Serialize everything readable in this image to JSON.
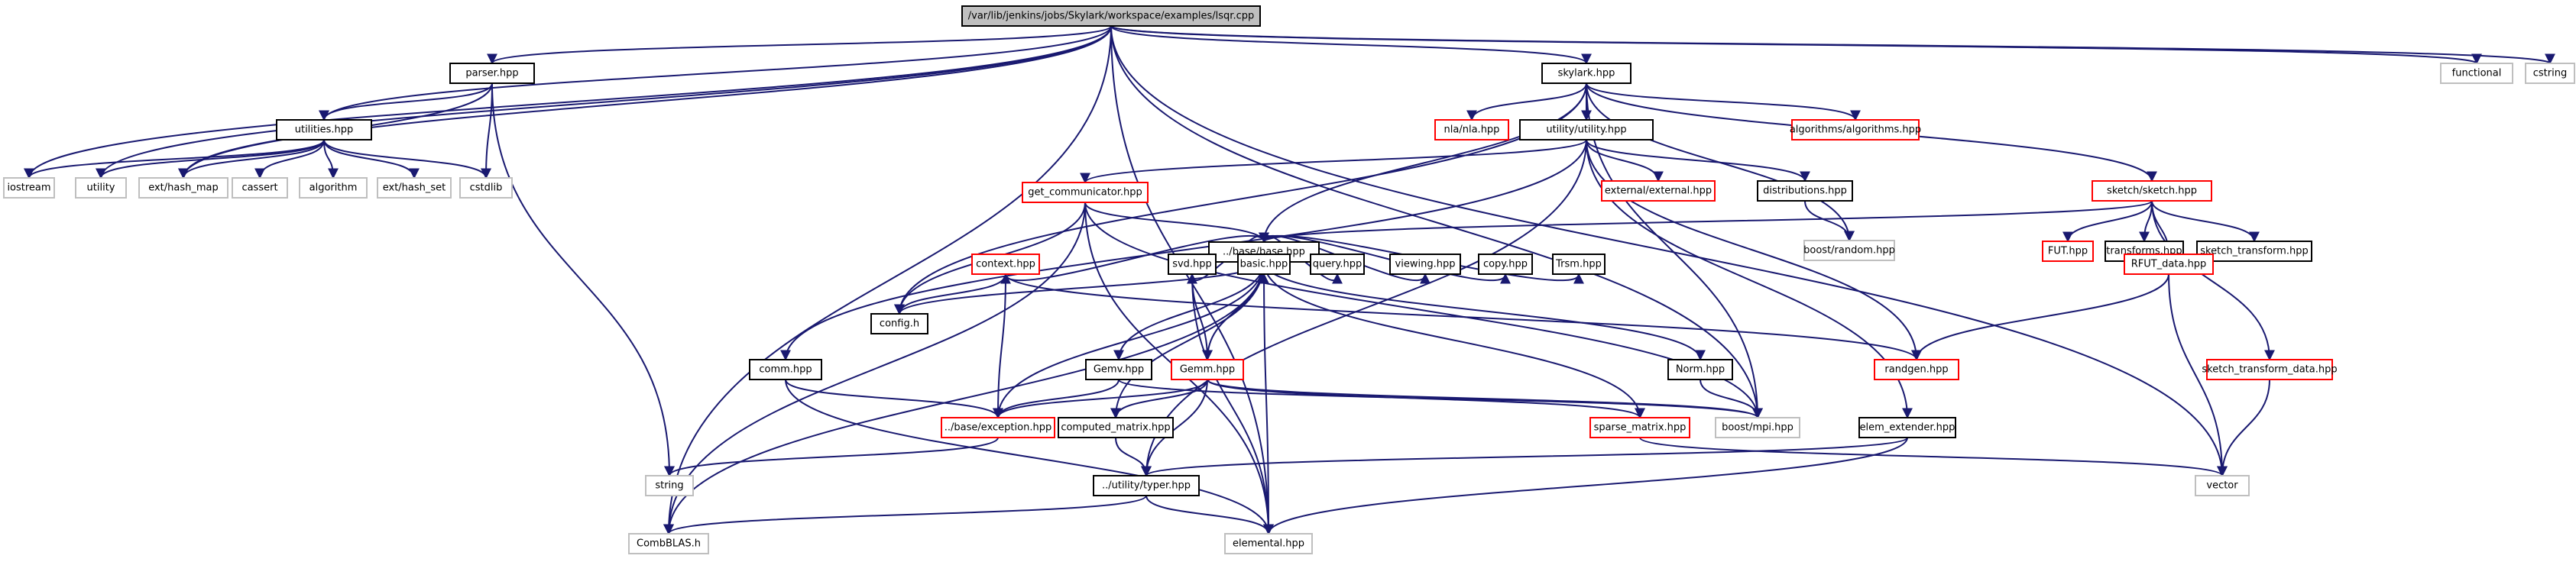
{
  "colors": {
    "edge": "#191970",
    "root_fill": "#bfbfbf",
    "root_stroke": "#000000",
    "doc_stroke": "#000000",
    "missing_stroke": "#ff0000",
    "external_stroke": "#bfbfbf",
    "node_fill": "#ffffff"
  },
  "nodes": [
    {
      "id": "root",
      "label": "/var/lib/jenkins/jobs/Skylark/workspace/examples/lsqr.cpp",
      "kind": "root"
    },
    {
      "id": "parser",
      "label": "parser.hpp",
      "kind": "doc"
    },
    {
      "id": "skylark",
      "label": "skylark.hpp",
      "kind": "doc"
    },
    {
      "id": "functional",
      "label": "functional",
      "kind": "external"
    },
    {
      "id": "cstring",
      "label": "cstring",
      "kind": "external"
    },
    {
      "id": "utilities",
      "label": "utilities.hpp",
      "kind": "doc"
    },
    {
      "id": "iostream",
      "label": "iostream",
      "kind": "external"
    },
    {
      "id": "utility",
      "label": "utility",
      "kind": "external"
    },
    {
      "id": "hash_map",
      "label": "ext/hash_map",
      "kind": "external"
    },
    {
      "id": "cassert",
      "label": "cassert",
      "kind": "external"
    },
    {
      "id": "algorithm",
      "label": "algorithm",
      "kind": "external"
    },
    {
      "id": "hash_set",
      "label": "ext/hash_set",
      "kind": "external"
    },
    {
      "id": "cstdlib",
      "label": "cstdlib",
      "kind": "external"
    },
    {
      "id": "nla",
      "label": "nla/nla.hpp",
      "kind": "missing"
    },
    {
      "id": "utilutil",
      "label": "utility/utility.hpp",
      "kind": "doc"
    },
    {
      "id": "algos",
      "label": "algorithms/algorithms.hpp",
      "kind": "missing"
    },
    {
      "id": "sketch",
      "label": "sketch/sketch.hpp",
      "kind": "missing"
    },
    {
      "id": "getcomm",
      "label": "get_communicator.hpp",
      "kind": "missing"
    },
    {
      "id": "external",
      "label": "external/external.hpp",
      "kind": "missing"
    },
    {
      "id": "distributions",
      "label": "distributions.hpp",
      "kind": "doc"
    },
    {
      "id": "boostrandom",
      "label": "boost/random.hpp",
      "kind": "external"
    },
    {
      "id": "fut",
      "label": "FUT.hpp",
      "kind": "missing"
    },
    {
      "id": "transforms",
      "label": "transforms.hpp",
      "kind": "doc"
    },
    {
      "id": "sktransform",
      "label": "sketch_transform.hpp",
      "kind": "doc"
    },
    {
      "id": "base",
      "label": "../base/base.hpp",
      "kind": "doc"
    },
    {
      "id": "context",
      "label": "context.hpp",
      "kind": "missing"
    },
    {
      "id": "svd",
      "label": "svd.hpp",
      "kind": "doc"
    },
    {
      "id": "basic",
      "label": "basic.hpp",
      "kind": "doc"
    },
    {
      "id": "query",
      "label": "query.hpp",
      "kind": "doc"
    },
    {
      "id": "viewing",
      "label": "viewing.hpp",
      "kind": "doc"
    },
    {
      "id": "copy",
      "label": "copy.hpp",
      "kind": "doc"
    },
    {
      "id": "trsm",
      "label": "Trsm.hpp",
      "kind": "doc"
    },
    {
      "id": "rfutdata",
      "label": "RFUT_data.hpp",
      "kind": "missing"
    },
    {
      "id": "config",
      "label": "config.h",
      "kind": "doc"
    },
    {
      "id": "comm",
      "label": "comm.hpp",
      "kind": "doc"
    },
    {
      "id": "gemv",
      "label": "Gemv.hpp",
      "kind": "doc"
    },
    {
      "id": "gemm",
      "label": "Gemm.hpp",
      "kind": "missing"
    },
    {
      "id": "norm",
      "label": "Norm.hpp",
      "kind": "doc"
    },
    {
      "id": "randgen",
      "label": "randgen.hpp",
      "kind": "missing"
    },
    {
      "id": "sktdata",
      "label": "sketch_transform_data.hpp",
      "kind": "missing"
    },
    {
      "id": "exception",
      "label": "../base/exception.hpp",
      "kind": "missing"
    },
    {
      "id": "computed",
      "label": "computed_matrix.hpp",
      "kind": "doc"
    },
    {
      "id": "sparse",
      "label": "sparse_matrix.hpp",
      "kind": "missing"
    },
    {
      "id": "boostmpi",
      "label": "boost/mpi.hpp",
      "kind": "external"
    },
    {
      "id": "elemext",
      "label": "elem_extender.hpp",
      "kind": "doc"
    },
    {
      "id": "string",
      "label": "string",
      "kind": "external"
    },
    {
      "id": "typer",
      "label": "../utility/typer.hpp",
      "kind": "doc"
    },
    {
      "id": "vector",
      "label": "vector",
      "kind": "external"
    },
    {
      "id": "combblas",
      "label": "CombBLAS.h",
      "kind": "external"
    },
    {
      "id": "elemental",
      "label": "elemental.hpp",
      "kind": "external"
    }
  ],
  "edges": [
    [
      "root",
      "parser"
    ],
    [
      "root",
      "skylark"
    ],
    [
      "root",
      "functional"
    ],
    [
      "root",
      "cstring"
    ],
    [
      "root",
      "utilities"
    ],
    [
      "root",
      "iostream"
    ],
    [
      "root",
      "utility"
    ],
    [
      "root",
      "hash_map"
    ],
    [
      "root",
      "combblas"
    ],
    [
      "root",
      "elemental"
    ],
    [
      "root",
      "vector"
    ],
    [
      "root",
      "boostmpi"
    ],
    [
      "parser",
      "utilities"
    ],
    [
      "parser",
      "hash_map"
    ],
    [
      "parser",
      "cstdlib"
    ],
    [
      "parser",
      "string"
    ],
    [
      "utilities",
      "iostream"
    ],
    [
      "utilities",
      "utility"
    ],
    [
      "utilities",
      "hash_map"
    ],
    [
      "utilities",
      "cassert"
    ],
    [
      "utilities",
      "algorithm"
    ],
    [
      "utilities",
      "hash_set"
    ],
    [
      "utilities",
      "cstdlib"
    ],
    [
      "skylark",
      "nla"
    ],
    [
      "skylark",
      "utilutil"
    ],
    [
      "skylark",
      "algos"
    ],
    [
      "skylark",
      "sketch"
    ],
    [
      "skylark",
      "base"
    ],
    [
      "skylark",
      "config"
    ],
    [
      "skylark",
      "boostrandom"
    ],
    [
      "skylark",
      "boostmpi"
    ],
    [
      "utilutil",
      "getcomm"
    ],
    [
      "utilutil",
      "external"
    ],
    [
      "utilutil",
      "distributions"
    ],
    [
      "utilutil",
      "comm"
    ],
    [
      "utilutil",
      "typer"
    ],
    [
      "utilutil",
      "randgen"
    ],
    [
      "utilutil",
      "elemext"
    ],
    [
      "distributions",
      "boostrandom"
    ],
    [
      "getcomm",
      "base"
    ],
    [
      "getcomm",
      "config"
    ],
    [
      "getcomm",
      "boostmpi"
    ],
    [
      "getcomm",
      "combblas"
    ],
    [
      "getcomm",
      "elemental"
    ],
    [
      "sketch",
      "base"
    ],
    [
      "sketch",
      "fut"
    ],
    [
      "sketch",
      "transforms"
    ],
    [
      "sketch",
      "sktransform"
    ],
    [
      "sketch",
      "rfutdata"
    ],
    [
      "sketch",
      "sktdata"
    ],
    [
      "base",
      "config"
    ],
    [
      "base",
      "context"
    ],
    [
      "base",
      "svd"
    ],
    [
      "base",
      "basic"
    ],
    [
      "base",
      "query"
    ],
    [
      "base",
      "viewing"
    ],
    [
      "base",
      "copy"
    ],
    [
      "base",
      "trsm"
    ],
    [
      "base",
      "gemv"
    ],
    [
      "base",
      "gemm"
    ],
    [
      "base",
      "norm"
    ],
    [
      "base",
      "exception"
    ],
    [
      "base",
      "computed"
    ],
    [
      "base",
      "sparse"
    ],
    [
      "base",
      "elemental"
    ],
    [
      "base",
      "combblas"
    ],
    [
      "context",
      "config"
    ],
    [
      "context",
      "exception"
    ],
    [
      "context",
      "randgen"
    ],
    [
      "svd",
      "gemm"
    ],
    [
      "svd",
      "elemental"
    ],
    [
      "gemv",
      "exception"
    ],
    [
      "gemv",
      "boostmpi"
    ],
    [
      "gemm",
      "exception"
    ],
    [
      "gemm",
      "computed"
    ],
    [
      "gemm",
      "sparse"
    ],
    [
      "gemm",
      "typer"
    ],
    [
      "gemm",
      "boostmpi"
    ],
    [
      "norm",
      "boostmpi"
    ],
    [
      "rfutdata",
      "randgen"
    ],
    [
      "rfutdata",
      "vector"
    ],
    [
      "sktdata",
      "vector"
    ],
    [
      "comm",
      "exception"
    ],
    [
      "comm",
      "elemental"
    ],
    [
      "exception",
      "string"
    ],
    [
      "computed",
      "typer"
    ],
    [
      "sparse",
      "vector"
    ],
    [
      "elemext",
      "typer"
    ],
    [
      "elemext",
      "elemental"
    ],
    [
      "typer",
      "combblas"
    ],
    [
      "typer",
      "elemental"
    ]
  ]
}
